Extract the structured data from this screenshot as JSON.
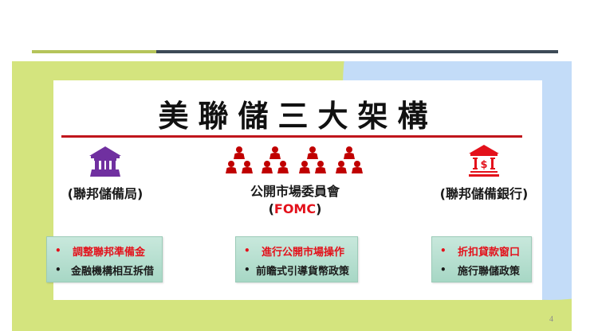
{
  "slide": {
    "title": "美聯儲三大架構",
    "page_number": "4",
    "colors": {
      "top_line_green": "#b5c45a",
      "top_line_dark": "#3d4a57",
      "background_green": "#d4e47e",
      "background_blue": "#c3dcf8",
      "title_rule": "#c0151c",
      "accent_red": "#e3111b",
      "icon_purple": "#7030a0",
      "icon_darkred": "#c00000",
      "box_fill": "#b5dfcf"
    }
  },
  "columns": [
    {
      "icon": "bank-building-icon",
      "label": "(聯邦儲備局)",
      "bullets": [
        {
          "text": "調整聯邦準備金",
          "emphasis": "red"
        },
        {
          "text": "金融機構相互拆借",
          "emphasis": "dark"
        }
      ]
    },
    {
      "icon": "people-hierarchy-icon",
      "label": "公開市場委員會",
      "sublabel_open": "(",
      "sublabel_acronym": "FOMC",
      "sublabel_close": ")",
      "bullets": [
        {
          "text": "進行公開市場操作",
          "emphasis": "red"
        },
        {
          "text": "前瞻式引導貨幣政策",
          "emphasis": "dark"
        }
      ]
    },
    {
      "icon": "bank-dollar-icon",
      "label": "(聯邦儲備銀行)",
      "bullets": [
        {
          "text": "折扣貸款窗口",
          "emphasis": "red"
        },
        {
          "text": "施行聯儲政策",
          "emphasis": "dark"
        }
      ]
    }
  ],
  "bullet_glyph": "•"
}
